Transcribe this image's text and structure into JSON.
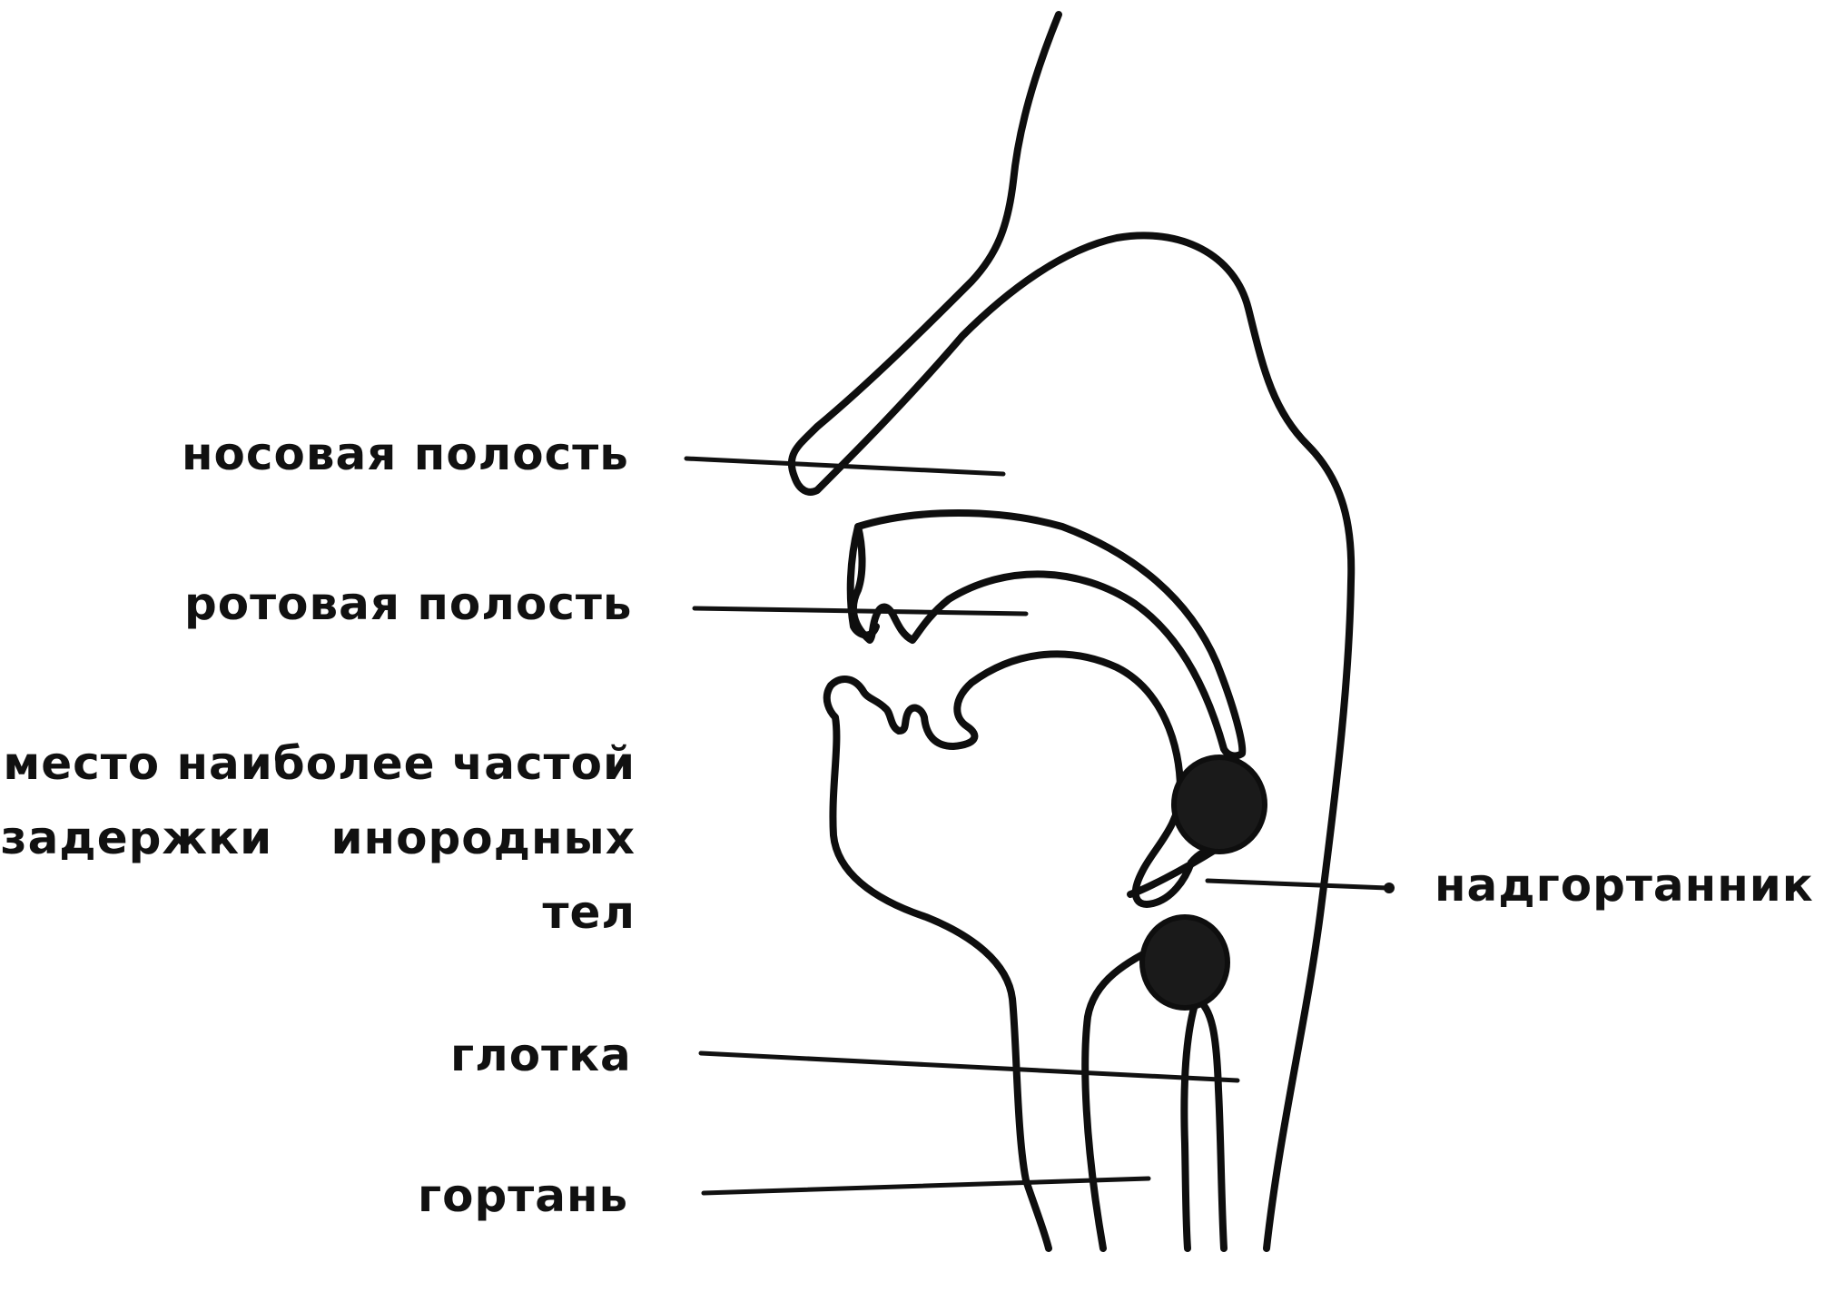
{
  "labels": {
    "nasal_cavity": "носовая полость",
    "oral_cavity": "ротовая полость",
    "foreign_body_site_line1": "место наиболее частой",
    "foreign_body_site_line2": "задержки инородных",
    "foreign_body_site_line3": "тел",
    "epiglottis": "надгортанник",
    "pharynx": "глотка",
    "larynx": "гортань"
  },
  "colors": {
    "ink": "#111111",
    "background": "#ffffff",
    "foreign_body_fill": "#1a1a1a"
  }
}
